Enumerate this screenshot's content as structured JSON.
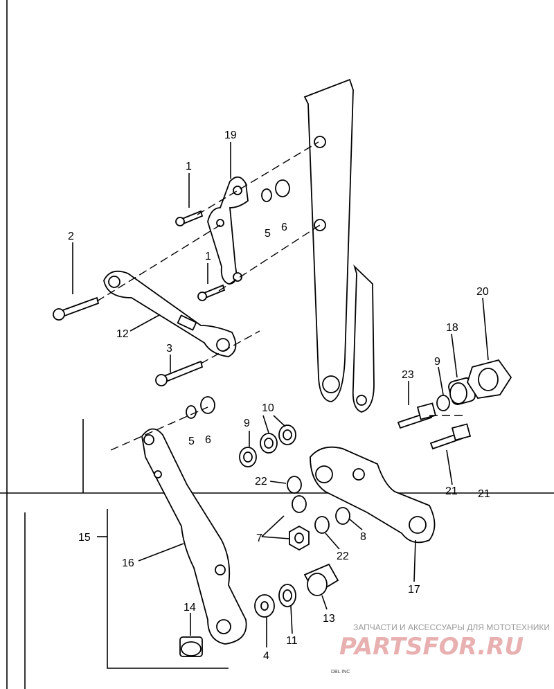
{
  "callouts": [
    "19",
    "1",
    "5",
    "6",
    "2",
    "1",
    "12",
    "3",
    "5",
    "6",
    "20",
    "18",
    "9",
    "23",
    "10",
    "9",
    "22",
    "21",
    "7",
    "8",
    "22",
    "15",
    "16",
    "17",
    "14",
    "4",
    "11",
    "13"
  ],
  "corner_label": "21",
  "small_print": "DBL INC",
  "watermark": {
    "text": "ЗАПЧАСТИ И АКСЕССУАРЫ ДЛЯ МОТОТЕХНИКИ",
    "logo": "PARTSFOR.RU"
  }
}
